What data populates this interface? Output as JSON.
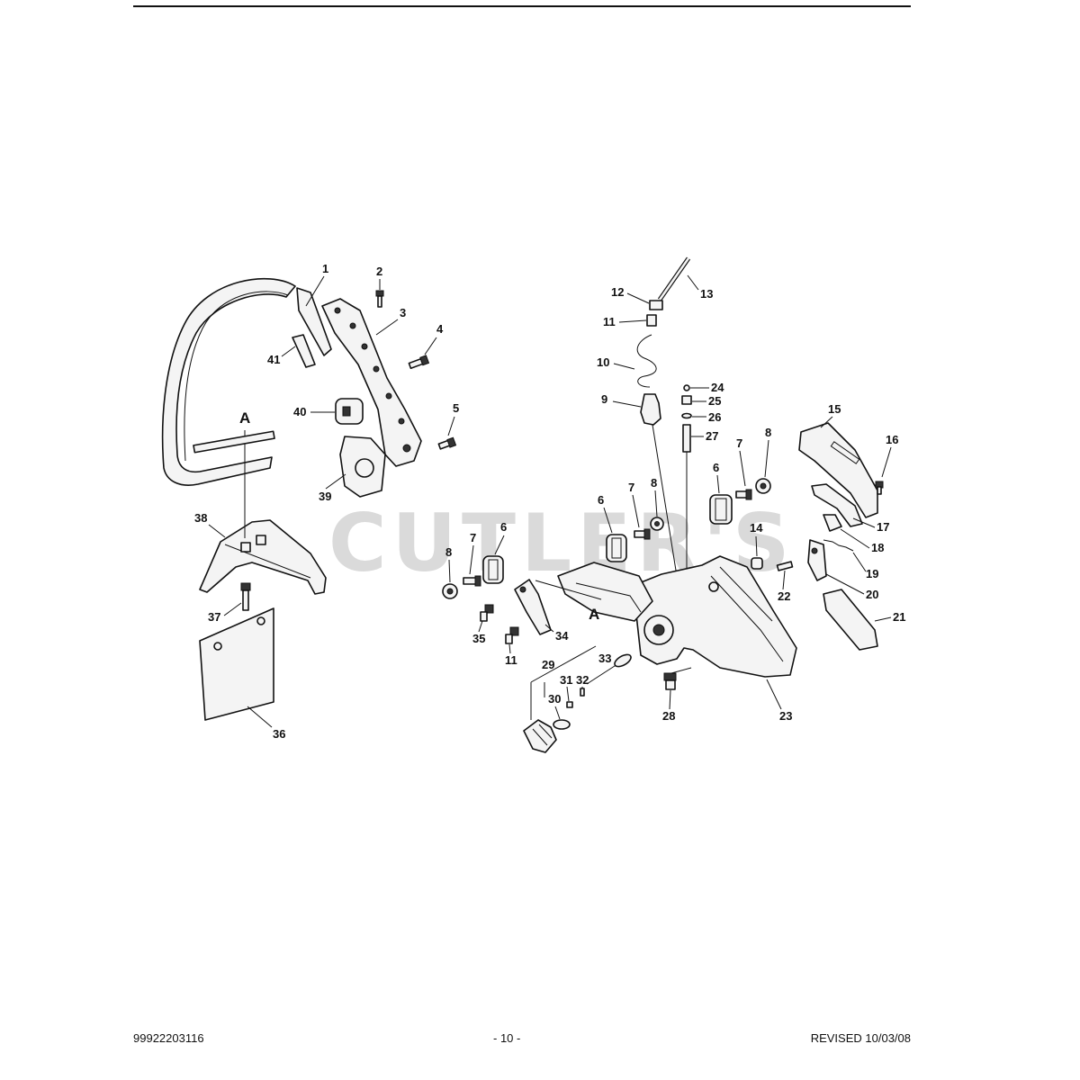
{
  "watermark": "CUTLER'S",
  "footer": {
    "doc_number": "99922203116",
    "page": "- 10 -",
    "revised": "REVISED 10/03/08"
  },
  "view_marker": "A",
  "callouts": [
    "1",
    "2",
    "3",
    "4",
    "5",
    "6",
    "7",
    "8",
    "9",
    "10",
    "11",
    "12",
    "13",
    "14",
    "15",
    "16",
    "17",
    "18",
    "19",
    "20",
    "21",
    "22",
    "23",
    "24",
    "25",
    "26",
    "27",
    "28",
    "29",
    "30",
    "31",
    "32",
    "33",
    "34",
    "35",
    "36",
    "37",
    "38",
    "39",
    "40",
    "41"
  ]
}
